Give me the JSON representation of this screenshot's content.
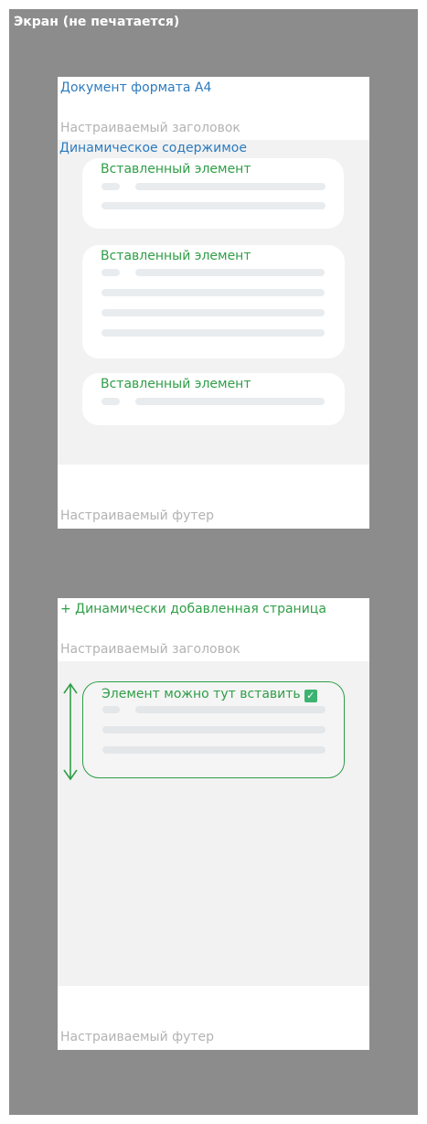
{
  "screen": {
    "label": "Экран (не печатается)"
  },
  "page1": {
    "title": "Документ формата A4",
    "header": "Настраиваемый заголовок",
    "content_label": "Динамическое содержимое",
    "cards": [
      {
        "title": "Вставленный элемент"
      },
      {
        "title": "Вставленный элемент"
      },
      {
        "title": "Вставленный элемент"
      }
    ],
    "footer": "Настраиваемый футер"
  },
  "page2": {
    "title": "+ Динамически добавленная страница",
    "header": "Настраиваемый заголовок",
    "card": {
      "title": "Элемент можно тут вставить",
      "icon": "check-icon"
    },
    "footer": "Настраиваемый футер"
  },
  "colors": {
    "blue": "#2c7bbf",
    "green": "#2f9e47",
    "screen": "#8c8c8c",
    "content": "#f2f2f2"
  }
}
